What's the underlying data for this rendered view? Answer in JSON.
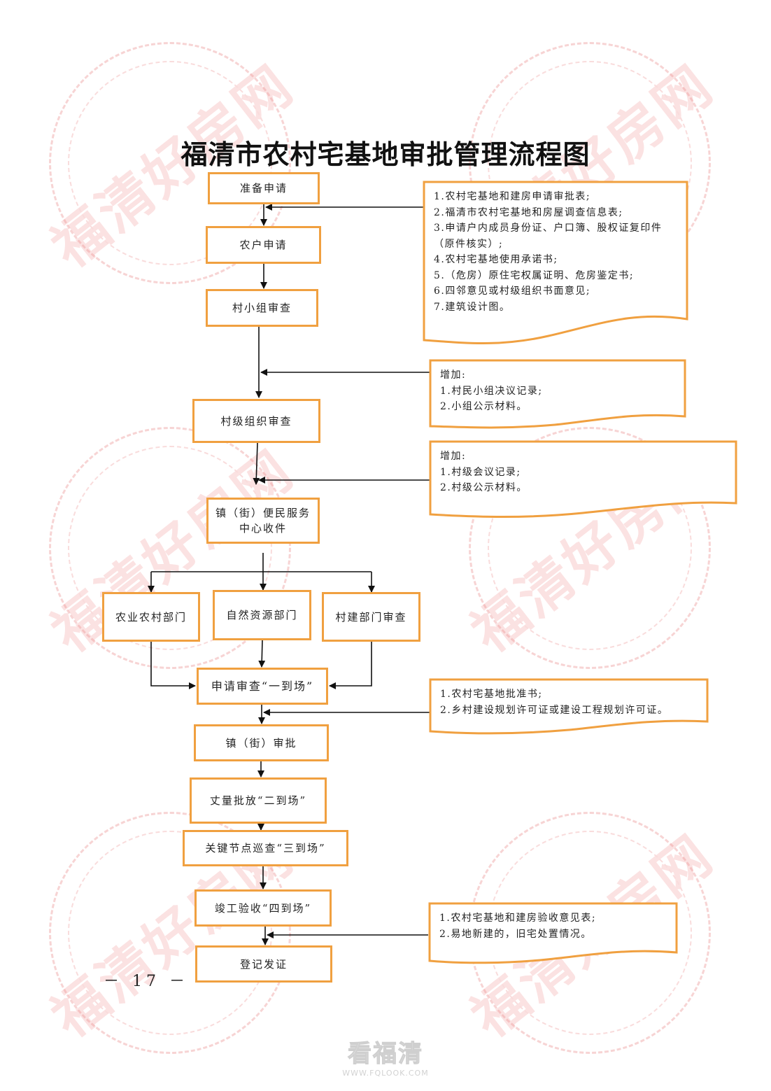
{
  "title": "福清市农村宅基地审批管理流程图",
  "watermark": {
    "text": "福清好房网",
    "color": "#f0a0a0"
  },
  "accent_color": "#f0a040",
  "steps": {
    "prepare": "准备申请",
    "apply": "农户申请",
    "group_review": "村小组审查",
    "village_review": "村级组织审查",
    "town_center": "镇（街）便民服务\n中心收件",
    "dept_agri": "农业农村部门",
    "dept_nature": "自然资源部门",
    "dept_construct": "村建部门审查",
    "onsite_one": "申请审查“一到场”",
    "town_approve": "镇（街）审批",
    "onsite_two": "丈量批放“二到场”",
    "onsite_three": "关键节点巡查“三到场”",
    "onsite_four": "竣工验收“四到场”",
    "register": "登记发证"
  },
  "documents": {
    "apply_materials": "1.农村宅基地和建房申请审批表;\n2.福清市农村宅基地和房屋调查信息表;\n3.申请户内成员身份证、户口簿、股权证复印件\n（原件核实）;\n4.农村宅基地使用承诺书;\n5.（危房）原住宅权属证明、危房鉴定书;\n6.四邻意见或村级组织书面意见;\n7.建筑设计图。",
    "group_extra": "增加:\n1.村民小组决议记录;\n2.小组公示材料。",
    "village_extra": "增加:\n1.村级会议记录;\n2.村级公示材料。",
    "approval_docs": "1.农村宅基地批准书;\n2.乡村建设规划许可证或建设工程规划许可证。",
    "acceptance_docs": "1.农村宅基地和建房验收意见表;\n2.易地新建的，旧宅处置情况。"
  },
  "page_number": "－ 17 －",
  "footer": {
    "logo": "看福清",
    "url": "WWW.FQLOOK.COM"
  }
}
